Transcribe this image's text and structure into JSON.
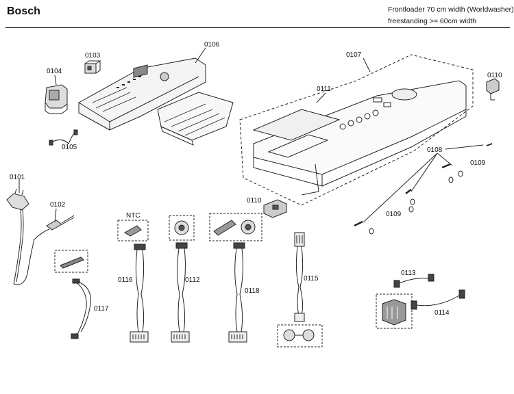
{
  "header": {
    "brand": "Bosch",
    "line1": "Frontloader 70 cm width (Worldwasher)",
    "line2": "freestanding >= 60cm width"
  },
  "parts": {
    "p0101": "0101",
    "p0102": "0102",
    "p0103": "0103",
    "p0104": "0104",
    "p0105": "0105",
    "p0106": "0106",
    "p0107": "0107",
    "p0108": "0108",
    "p0109a": "0109",
    "p0109b": "0109",
    "p0110a": "0110",
    "p0110b": "0110",
    "p0111": "0111",
    "p0112": "0112",
    "p0113": "0113",
    "p0114": "0114",
    "p0115": "0115",
    "p0116": "0116",
    "p0117": "0117",
    "p0118": "0118",
    "ntc": "NTC"
  }
}
